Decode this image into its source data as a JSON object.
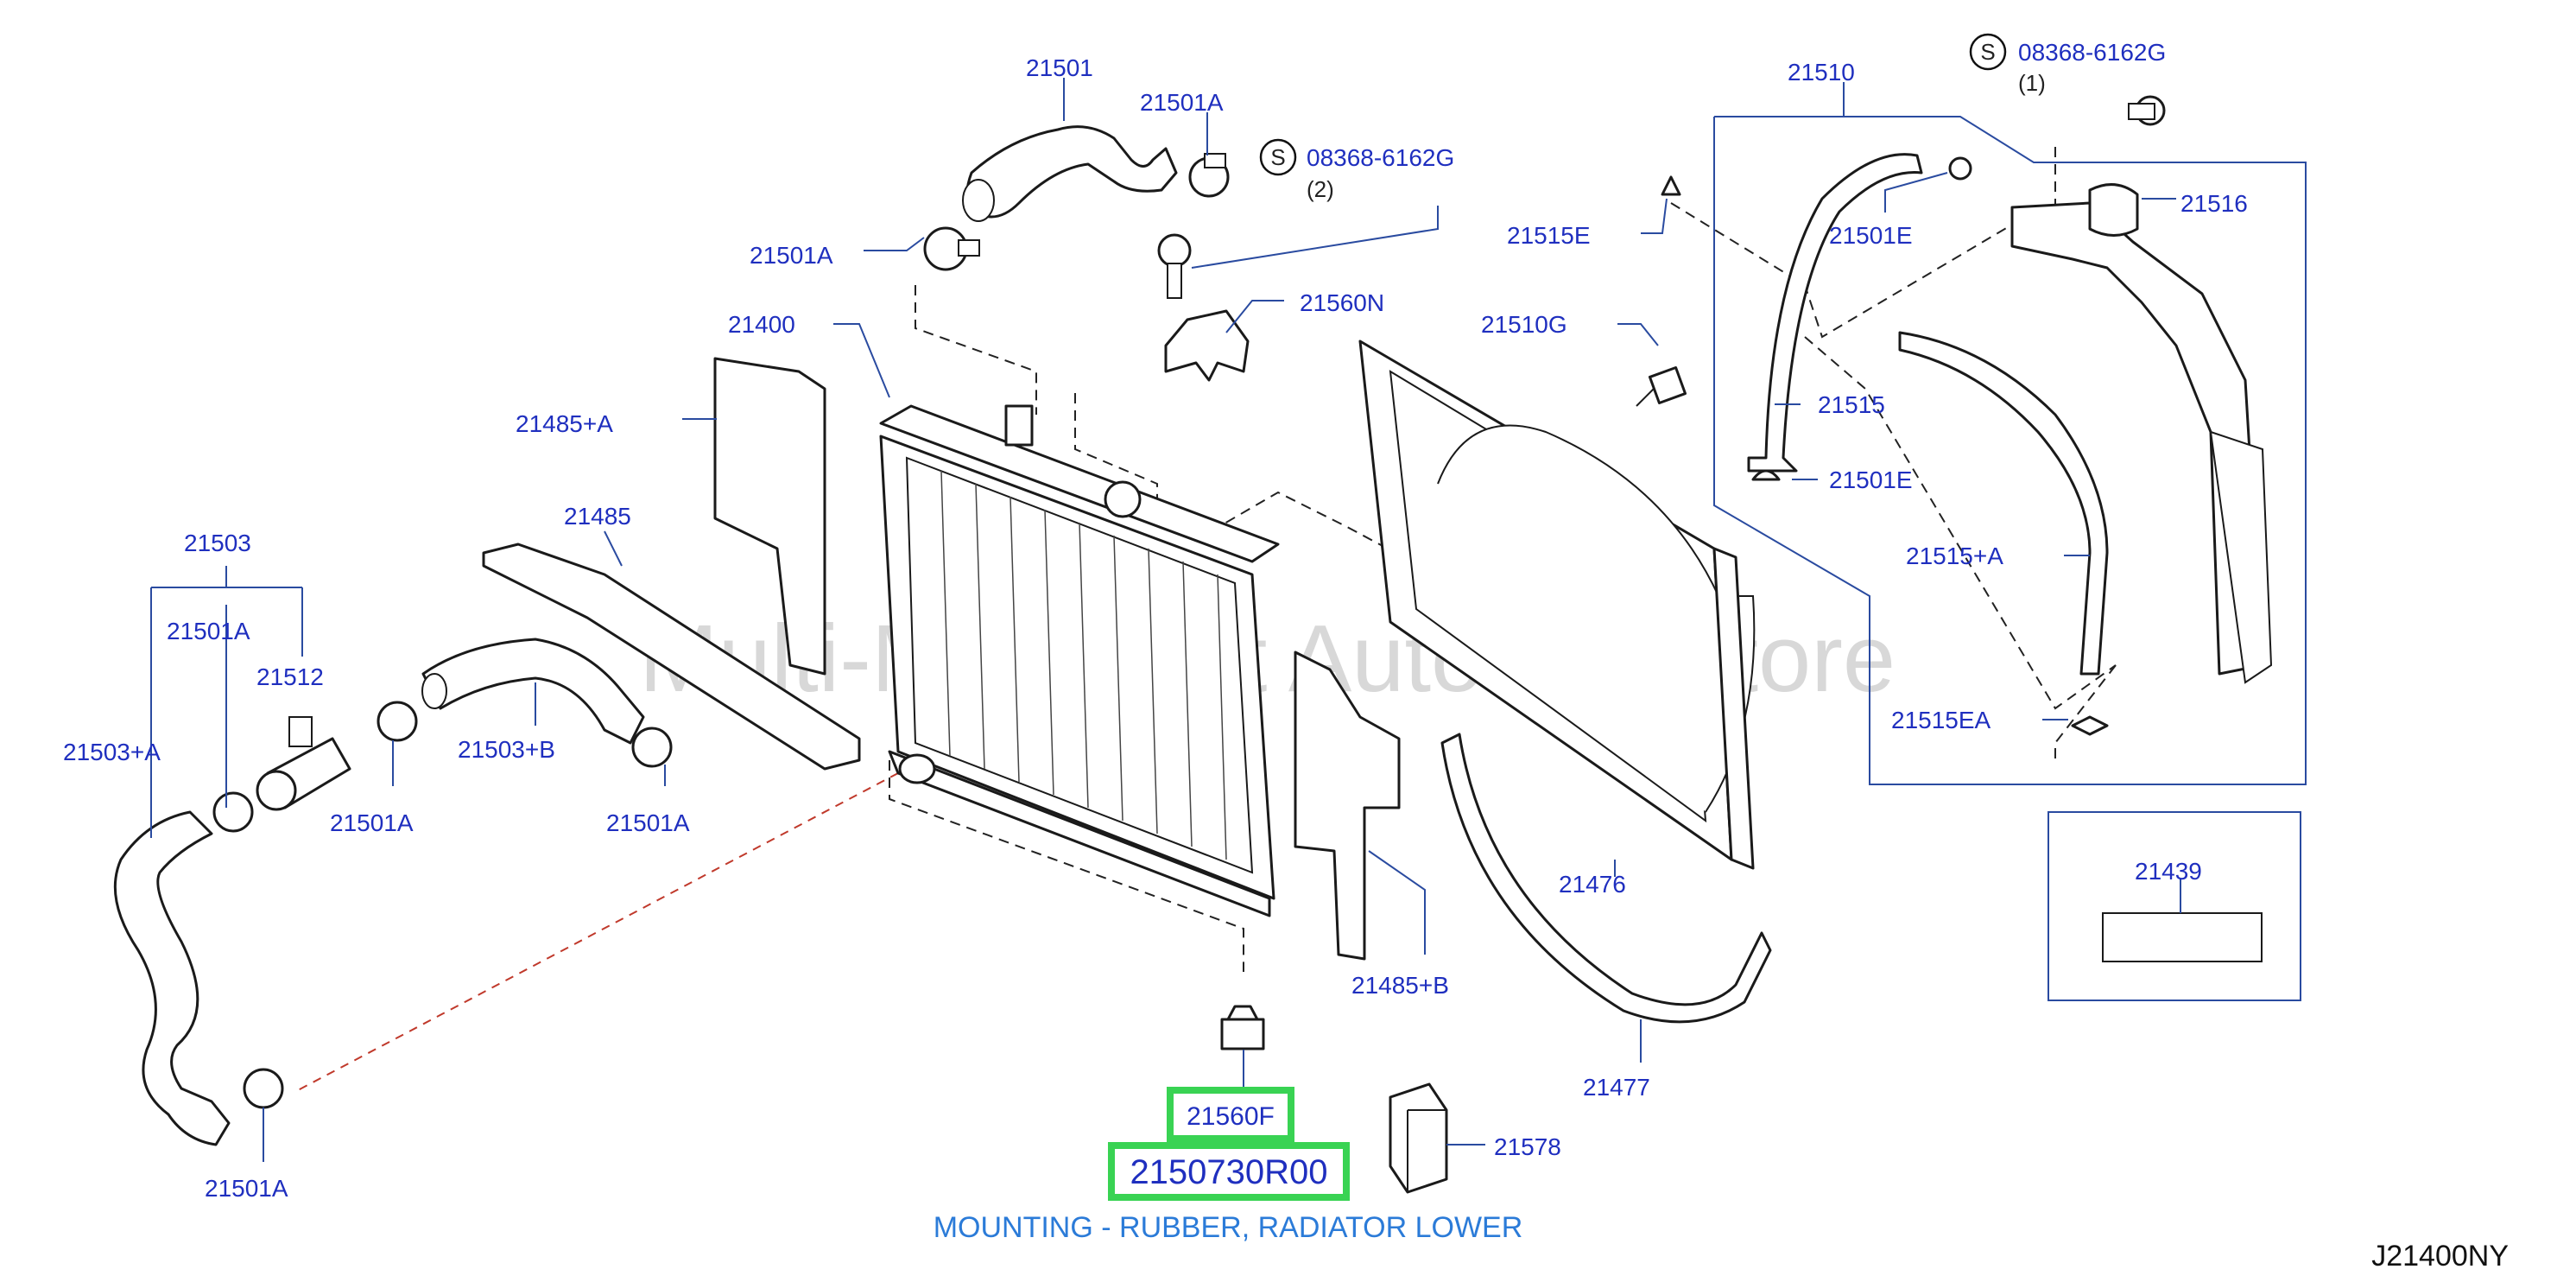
{
  "watermark": "Multi-Merchant Auto Partstore",
  "drawing_code": "J21400NY",
  "highlight": {
    "part_ref": "21560F",
    "part_number": "2150730R00",
    "description": "MOUNTING - RUBBER, RADIATOR LOWER",
    "color": "#39d353"
  },
  "callouts": {
    "c21501": "21501",
    "c21501A_top": "21501A",
    "c08368_a": "08368-6162G",
    "c08368_a_qty": "(2)",
    "c21501A_left": "21501A",
    "c21560N": "21560N",
    "c21400": "21400",
    "c21485A": "21485+A",
    "c21485": "21485",
    "c21503": "21503",
    "c21501A_mid": "21501A",
    "c21512": "21512",
    "c21503A": "21503+A",
    "c21503B": "21503+B",
    "c21501A_b1": "21501A",
    "c21501A_b2": "21501A",
    "c21501A_bottom": "21501A",
    "c21510": "21510",
    "c08368_b": "08368-6162G",
    "c08368_b_qty": "(1)",
    "c21516": "21516",
    "c21515E": "21515E",
    "c21501E_top": "21501E",
    "c21510G": "21510G",
    "c21515": "21515",
    "c21501E_bot": "21501E",
    "c21515A": "21515+A",
    "c21515EA": "21515EA",
    "c21476": "21476",
    "c21485B": "21485+B",
    "c21477": "21477",
    "c21578": "21578",
    "c21439": "21439",
    "s_symbol": "S"
  }
}
